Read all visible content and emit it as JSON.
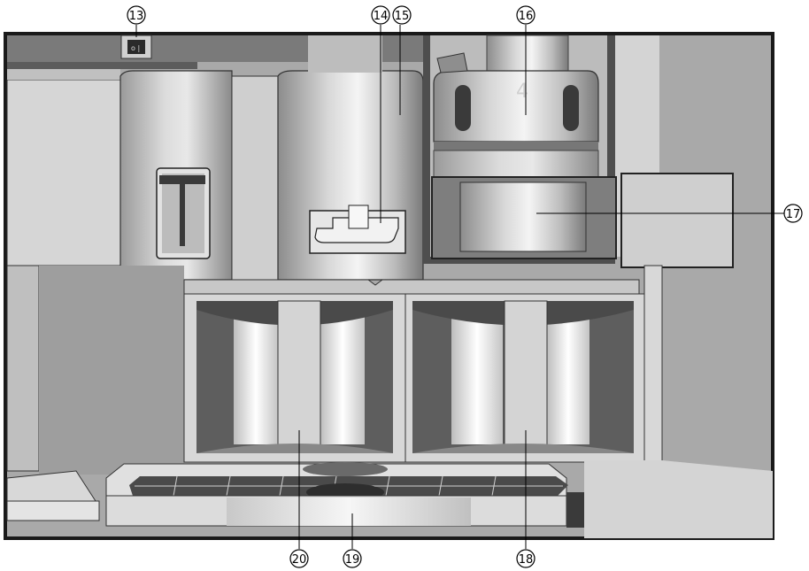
{
  "figure": {
    "colors": {
      "frame": "#1a1a1a",
      "panel_dark": "#6e6e6e",
      "panel_mid": "#a8a8a8",
      "panel_light": "#d2d2d2",
      "highlight": "#f0f0f0",
      "grid_tray": "#4a4a4a"
    },
    "brew_unit_digit": "4",
    "switch_symbols": "o |"
  },
  "callouts": [
    {
      "id": "13",
      "label": "⑬"
    },
    {
      "id": "14",
      "label": "⑭"
    },
    {
      "id": "15",
      "label": "⑮"
    },
    {
      "id": "16",
      "label": "⑯"
    },
    {
      "id": "17",
      "label": "⑰"
    },
    {
      "id": "18",
      "label": "⑱"
    },
    {
      "id": "19",
      "label": "⑲"
    },
    {
      "id": "20",
      "label": "⑳"
    }
  ]
}
